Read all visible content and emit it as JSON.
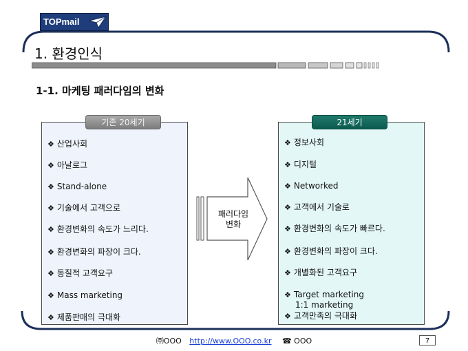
{
  "logo": {
    "text": "TOPmail"
  },
  "title": "1. 환경인식",
  "subtitle": "1-1. 마케팅 패러다임의 변화",
  "left": {
    "header": "기존 20세기",
    "items": [
      "산업사회",
      "아날로그",
      "Stand-alone",
      "기술에서 고객으로",
      "환경변화의 속도가 느리다.",
      "환경변화의 파장이 크다.",
      "동질적 고객요구",
      "Mass marketing",
      "제품판매의 극대화"
    ]
  },
  "right": {
    "header": "21세기",
    "items": [
      "정보사회",
      "디지털",
      "Networked",
      "고객에서 기술로",
      "환경변화의 속도가 빠르다.",
      "환경변화의 파장이 크다.",
      "개별화된 고객요구",
      "Target marketing",
      "고객만족의 극대화"
    ],
    "extra_line": "1:1 marketing"
  },
  "arrow": {
    "line1": "패러다임",
    "line2": "변화"
  },
  "footer": {
    "company": "㈜OOO",
    "link": "http://www.OOO.co.kr",
    "phone": "☎ OOO"
  },
  "page_number": "7",
  "colors": {
    "frame": "#1c2f5a",
    "left_fill": "#eef3fc",
    "right_fill": "#e3f7f6",
    "right_header": "#0d5a4e",
    "left_header": "#8a8a8a"
  }
}
